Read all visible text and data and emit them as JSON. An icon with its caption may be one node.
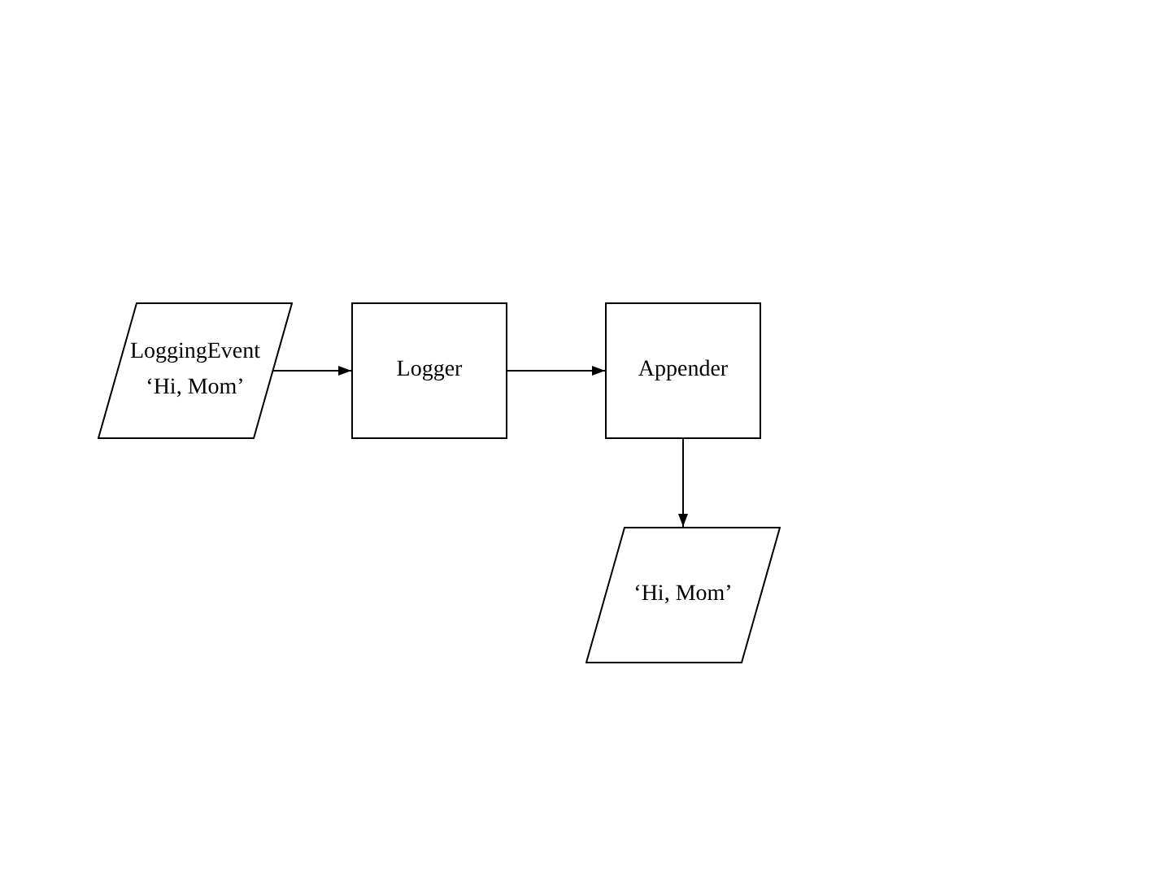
{
  "diagram": {
    "nodes": [
      {
        "text": [
          "LoggingEvent",
          "‘Hi, Mom’"
        ]
      },
      {
        "text": [
          "Logger"
        ]
      },
      {
        "text": [
          "Appender"
        ]
      },
      {
        "text": [
          "‘Hi, Mom’"
        ]
      }
    ],
    "edges": [
      {
        "from": 0,
        "to": 1,
        "arrow": "to"
      },
      {
        "from": 1,
        "to": 2,
        "arrow": "to"
      },
      {
        "from": 2,
        "to": 3,
        "arrow": "to"
      }
    ]
  }
}
